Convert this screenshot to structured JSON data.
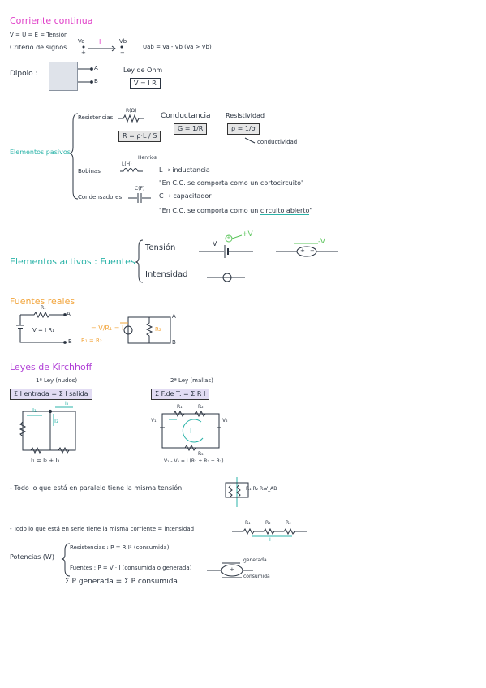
{
  "cc": {
    "title": "Corriente continua",
    "v_line": "V = U = E = Tensión",
    "criterio": "Criterio de signos",
    "va": "Va",
    "vb": "Vb",
    "i": "I",
    "plus": "+",
    "minus": "−",
    "uab": "Uab = Va - Vb (Va > Vb)"
  },
  "dipolo": {
    "label": "Dipolo :",
    "a": "A",
    "b": "B",
    "ohm_title": "Ley de Ohm",
    "ohm_formula": "V = I R"
  },
  "pasivos": {
    "title": "Elementos pasivos",
    "resistencias": "Resistencias",
    "r_unit": "R(Ω)",
    "r_formula": "R = ρ·L / S",
    "conductancia": "Conductancia",
    "g_formula": "G = 1/R",
    "resistividad": "Resistividad",
    "rho_formula": "ρ = 1/σ",
    "conductividad": "conductividad",
    "bobinas": "Bobinas",
    "l_unit": "L(H)",
    "henrios": "Henrios",
    "l_desc": "L → inductancia",
    "l_cc_prefix": "\"En C.C. se comporta como un ",
    "l_cc_key": "cortocircuito",
    "l_cc_suffix": "\"",
    "condensadores": "Condensadores",
    "c_unit": "C(F)",
    "c_desc": "C → capacitador",
    "c_cc_prefix": "\"En C.C. se comporta como un ",
    "c_cc_key": "circuito abierto",
    "c_cc_suffix": "\""
  },
  "activos": {
    "title": "Elementos activos : Fuentes",
    "tension": "Tensión",
    "intensidad": "Intensidad",
    "v": "V",
    "plus_v": "+V",
    "minus_v": "-V",
    "plus": "+",
    "minus": "−"
  },
  "reales": {
    "title": "Fuentes reales",
    "r1": "R₁",
    "a": "A",
    "b": "B",
    "v_formula": "V = I R₁",
    "eq_formula": "= V/R₁ = I",
    "r_eq": "R₁ = R₂",
    "r2": "R₂"
  },
  "kirchhoff": {
    "title": "Leyes de Kirchhoff",
    "ley1": "1ª Ley (nudos)",
    "ley1_formula": "Σ I entrada = Σ I salida",
    "ley2": "2ª Ley (mallas)",
    "ley2_formula": "Σ F.de T. = Σ R I",
    "i1": "I₁",
    "i2": "I₂",
    "i3": "I₃",
    "i_sum": "I₁ = I₂ + I₃",
    "v1": "V₁",
    "v2": "V₂",
    "i_loop": "I",
    "r1": "R₁",
    "r2": "R₂",
    "r3": "R₃",
    "v_sum": "V₁ - V₂ = I (R₁ + R₂ + R₃)"
  },
  "notes": {
    "paralelo": "- Todo lo que está en paralelo tiene la misma tensión",
    "par_r": "R₁  R₂  R₃",
    "par_v": "V_AB",
    "serie": "- Todo lo que está en serie tiene la misma corriente = intensidad",
    "ser_r1": "R₁",
    "ser_r2": "R₂",
    "ser_r3": "R₃",
    "ser_i": "I"
  },
  "potencias": {
    "title": "Potencias (W)",
    "res": "Resistencias : P = R I² (consumida)",
    "fuentes": "Fuentes : P = V · I (consumida o generada)",
    "balance": "Σ P generada = Σ P consumida",
    "generada": "generada",
    "consumida": "consumida",
    "plus": "+"
  },
  "colors": {
    "pink": "#e040c8",
    "teal": "#2bb3a8",
    "orange": "#f2a43a",
    "purple": "#b03fd6",
    "green": "#5ac45a",
    "ink": "#2a3340"
  }
}
